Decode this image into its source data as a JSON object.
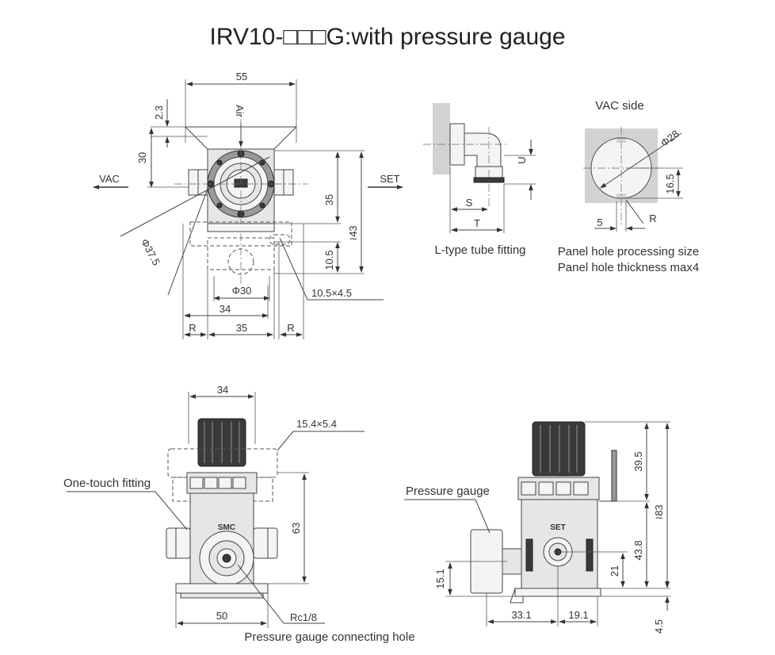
{
  "title": "IRV10-□□□G:with pressure gauge",
  "top_view": {
    "dim_width": "55",
    "dim_top_offset": "2.3",
    "dim_height_left": "30",
    "air_label": "Air",
    "vac_label": "VAC",
    "set_label": "SET",
    "dim_diameter": "Φ37.5",
    "dim_35": "35",
    "dim_43": "≀43",
    "dim_10_5": "10.5",
    "dim_slot": "10.5×4.5",
    "dim_phi30": "Φ30",
    "dim_34": "34",
    "dim_r_left": "R",
    "dim_35_bottom": "35",
    "dim_r_right": "R"
  },
  "fitting_view": {
    "dim_u": "U",
    "dim_s": "S",
    "dim_t": "T",
    "caption": "L-type tube fitting"
  },
  "panel_view": {
    "heading": "VAC side",
    "dim_phi28": "Φ28",
    "dim_16_5": "16.5",
    "dim_5": "5",
    "dim_r": "R",
    "caption_line1": "Panel hole processing size",
    "caption_line2": "Panel hole thickness max4"
  },
  "front_view": {
    "dim_34": "34",
    "dim_slot": "15.4×5.4",
    "callout_fitting": "One-touch fitting",
    "dim_63": "63",
    "dim_50": "50",
    "callout_port": "Rc1/8",
    "caption": "Pressure gauge connecting hole",
    "brand": "SMC"
  },
  "side_view": {
    "callout_gauge": "Pressure gauge",
    "set_label": "SET",
    "dim_39_5": "39.5",
    "dim_83": "≀83",
    "dim_43_8": "43.8",
    "dim_21": "21",
    "dim_15_1": "15.1",
    "dim_33_1": "33.1",
    "dim_19_1": "19.1",
    "dim_4_5": "4.5"
  }
}
